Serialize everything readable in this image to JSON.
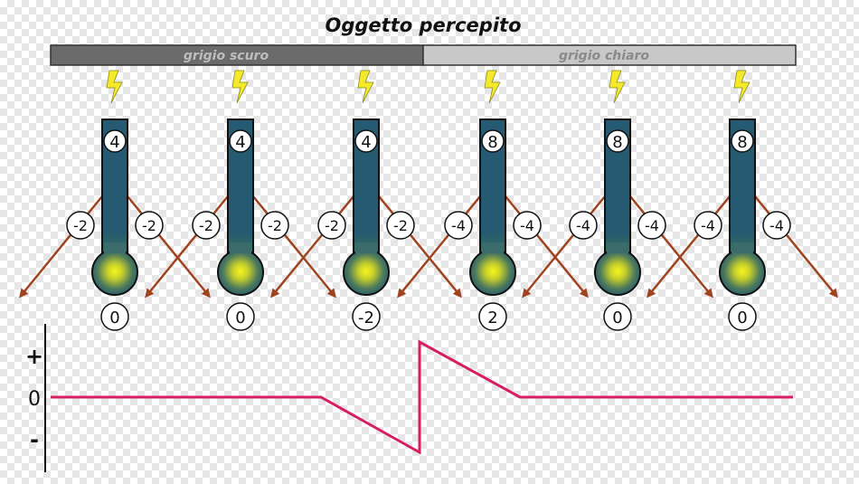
{
  "title": "Oggetto percepito",
  "stimulus_bar": {
    "dark_label": "grigio scuro",
    "light_label": "grigio chiaro"
  },
  "receptors": [
    {
      "input": "4",
      "inhibit_left": "-2",
      "inhibit_right": "-2",
      "output": "0"
    },
    {
      "input": "4",
      "inhibit_left": "-2",
      "inhibit_right": "-2",
      "output": "0"
    },
    {
      "input": "4",
      "inhibit_left": "-2",
      "inhibit_right": "-2",
      "output": "-2"
    },
    {
      "input": "8",
      "inhibit_left": "-4",
      "inhibit_right": "-4",
      "output": "2"
    },
    {
      "input": "8",
      "inhibit_left": "-4",
      "inhibit_right": "-4",
      "output": "0"
    },
    {
      "input": "8",
      "inhibit_left": "-4",
      "inhibit_right": "-4",
      "output": "0"
    }
  ],
  "graph": {
    "y_plus": "+",
    "y_zero": "0",
    "y_minus": "-"
  },
  "colors": {
    "receptor": "#265a72",
    "arrow": "#a0431e",
    "bolt": "#f4ea2a",
    "signal_line": "#d81e63",
    "dark_gray": "#6b6b6b",
    "light_gray": "#c8c8c8"
  }
}
